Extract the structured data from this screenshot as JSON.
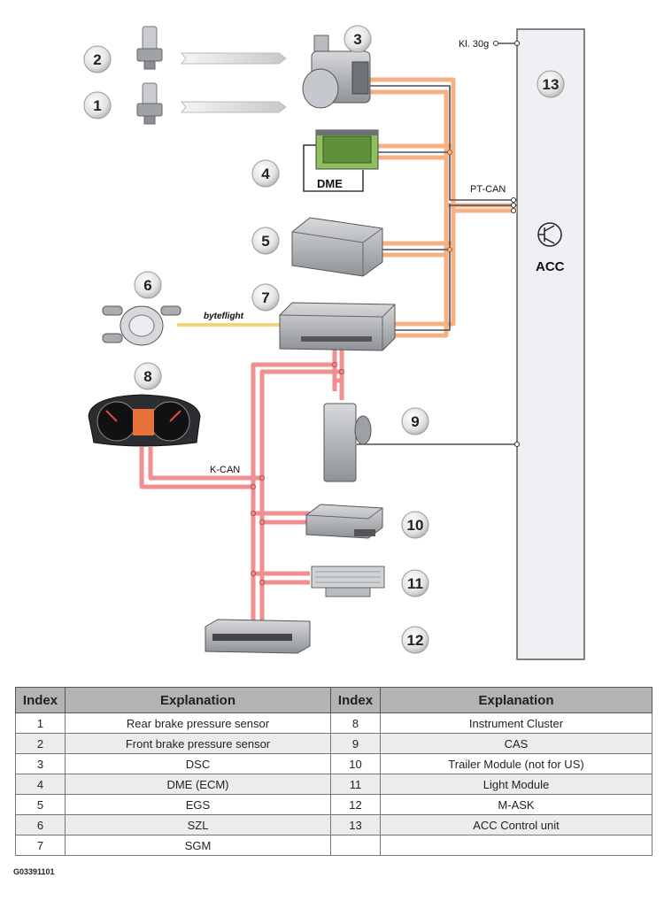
{
  "diagram": {
    "components": [
      {
        "index": "1"
      },
      {
        "index": "2"
      },
      {
        "index": "3"
      },
      {
        "index": "4"
      },
      {
        "index": "5"
      },
      {
        "index": "6"
      },
      {
        "index": "7"
      },
      {
        "index": "8"
      },
      {
        "index": "9"
      },
      {
        "index": "10"
      },
      {
        "index": "11"
      },
      {
        "index": "12"
      },
      {
        "index": "13"
      }
    ],
    "labels": {
      "kl30g": "Kl. 30g",
      "pt_can": "PT-CAN",
      "k_can": "K-CAN",
      "byteflight": "byteflight",
      "dme": "DME",
      "acc": "ACC"
    },
    "colors": {
      "pt_can_orange": "#f4b183",
      "k_can_red": "#ef8f8f",
      "dark_wire": "#4a4f5a",
      "byteflight_yellow": "#f6d27a",
      "acc_panel": "#eef0f4"
    }
  },
  "legend": {
    "headers": [
      "Index",
      "Explanation",
      "Index",
      "Explanation"
    ],
    "rows": [
      [
        "1",
        "Rear brake pressure sensor",
        "8",
        "Instrument Cluster"
      ],
      [
        "2",
        "Front brake pressure sensor",
        "9",
        "CAS"
      ],
      [
        "3",
        "DSC",
        "10",
        "Trailer Module (not for US)"
      ],
      [
        "4",
        "DME (ECM)",
        "11",
        "Light Module"
      ],
      [
        "5",
        "EGS",
        "12",
        "M-ASK"
      ],
      [
        "6",
        "SZL",
        "13",
        "ACC Control unit"
      ],
      [
        "7",
        "SGM",
        "",
        ""
      ]
    ]
  },
  "figure_id": "G03391101"
}
